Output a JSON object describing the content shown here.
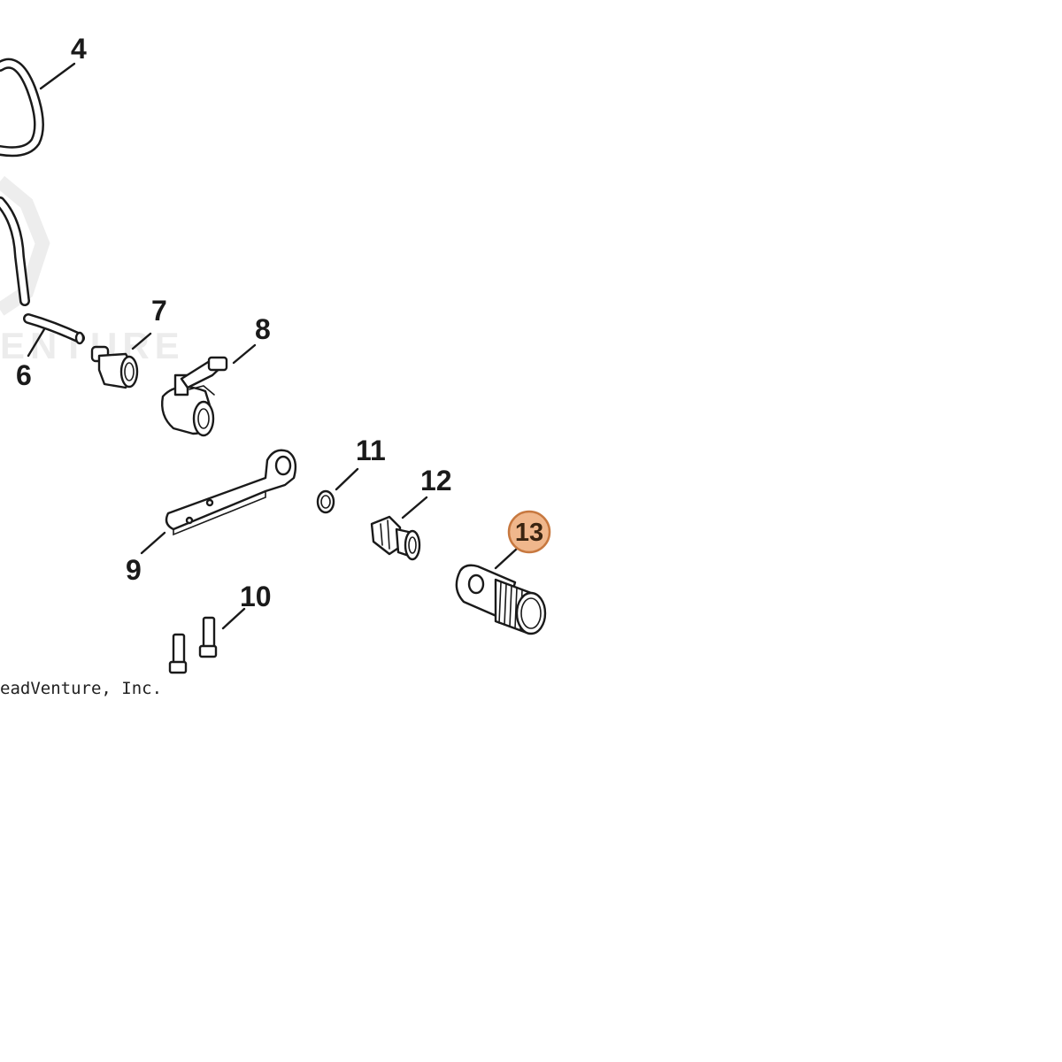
{
  "diagram": {
    "watermark": "ENTURE",
    "copyright": "eadVenture, Inc.",
    "callouts": [
      {
        "id": "4",
        "label": "4",
        "highlighted": false
      },
      {
        "id": "6",
        "label": "6",
        "highlighted": false
      },
      {
        "id": "7",
        "label": "7",
        "highlighted": false
      },
      {
        "id": "8",
        "label": "8",
        "highlighted": false
      },
      {
        "id": "9",
        "label": "9",
        "highlighted": false
      },
      {
        "id": "10",
        "label": "10",
        "highlighted": false
      },
      {
        "id": "11",
        "label": "11",
        "highlighted": false
      },
      {
        "id": "12",
        "label": "12",
        "highlighted": false
      },
      {
        "id": "13",
        "label": "13",
        "highlighted": true
      }
    ],
    "highlight": {
      "fill": "#f0b78c",
      "stroke": "#c7783f"
    }
  }
}
